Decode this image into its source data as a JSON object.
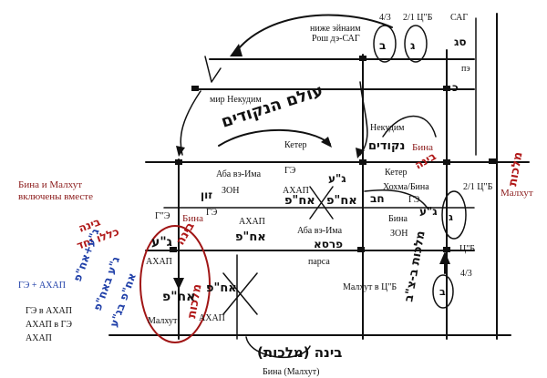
{
  "labels": {
    "nizhe_ainam": "ниже эйнаим",
    "rosh_de_sag": "Рош дэ-САГ",
    "frac_4_3_top": "4/3",
    "frac_2_1_cb_top": "2/1 Ц\"Б",
    "sag": "САГ",
    "pe": "пэ",
    "mir_nekudim": "мир Некудим",
    "nekudim": "Некудим",
    "bina_upper_right": "Бина",
    "keter_left": "Кетер",
    "keter_right": "Кетер",
    "aba_ve_ima_top": "Аба вэ-Има",
    "ge_top": "ГЭ",
    "zon_top": "ЗОН",
    "achap_mid": "АХАП",
    "ge_mid": "ГЭ",
    "achap_mid2": "АХАП",
    "chochma_bina": "Хохма/Бина",
    "ge_right": "ГЭ",
    "frac_2_1_cb_right": "2/1 Ц\"Б",
    "malchut_right": "Малхут",
    "bina_right": "Бина",
    "zon_right": "ЗОН",
    "aba_ve_ima_mid": "Аба вэ-Има",
    "bina_malchut_together": "Бина и Малхут",
    "included_together": "включены вместе",
    "gimel_e": "Г\"Э",
    "bina_left": "Бина",
    "achap_left": "АХАП",
    "ge_achap_blue": "ГЭ + АХАП",
    "cb_right": "Ц\"Б",
    "parsa": "парса",
    "malchut_in_cb": "Малхут в Ц\"Б",
    "frac_4_3_right": "4/3",
    "ge_v_achap": "ГЭ в АХАП",
    "achap_v_ge": "АХАП в ГЭ",
    "achap_bottom_left": "АХАП",
    "malchut_circle": "Малхут",
    "achap_bottom": "АХАП",
    "bina_malchut_bottom": "Бина (Малхут)"
  },
  "hebrew": {
    "olam_hanekudim": "עולם הנקודים",
    "nekudim_heb": "נקודים",
    "bina_heb_right": "בינה",
    "malchut_heb_right": "מלכות",
    "bina_heb_left": "בינה",
    "malchut_heb_left": "מלכות",
    "bina_top_left": "בינה",
    "malchut_top_left": "מלכות",
    "bina_malchut_bottom_heb": "בינה (מלכות)",
    "malchut_b_cb": "מלכות ב-צ\"ב",
    "parsa_heb": "פרסא",
    "kach_ehad": "כללו יחד",
    "binah_malch": "בינה מלכות",
    "ge_achap_heb": "ג\"ע+אח\"פ",
    "ge_b_achap": "ג\"ע באח\"פ",
    "achap_b_ge": "אח\"פ בג\"ע",
    "achap_heb": "אח\"פ",
    "ge_heb": "ג\"ע",
    "chochma_heb": "חב",
    "keter_heb": "כ",
    "zon_heb": "זון",
    "sag_heb": "סג",
    "circle_bet": "ב",
    "circle_gimel": "ג"
  },
  "colors": {
    "ink": "#111111",
    "accent_red": "#a01515",
    "accent_blue": "#1f3fa8"
  }
}
